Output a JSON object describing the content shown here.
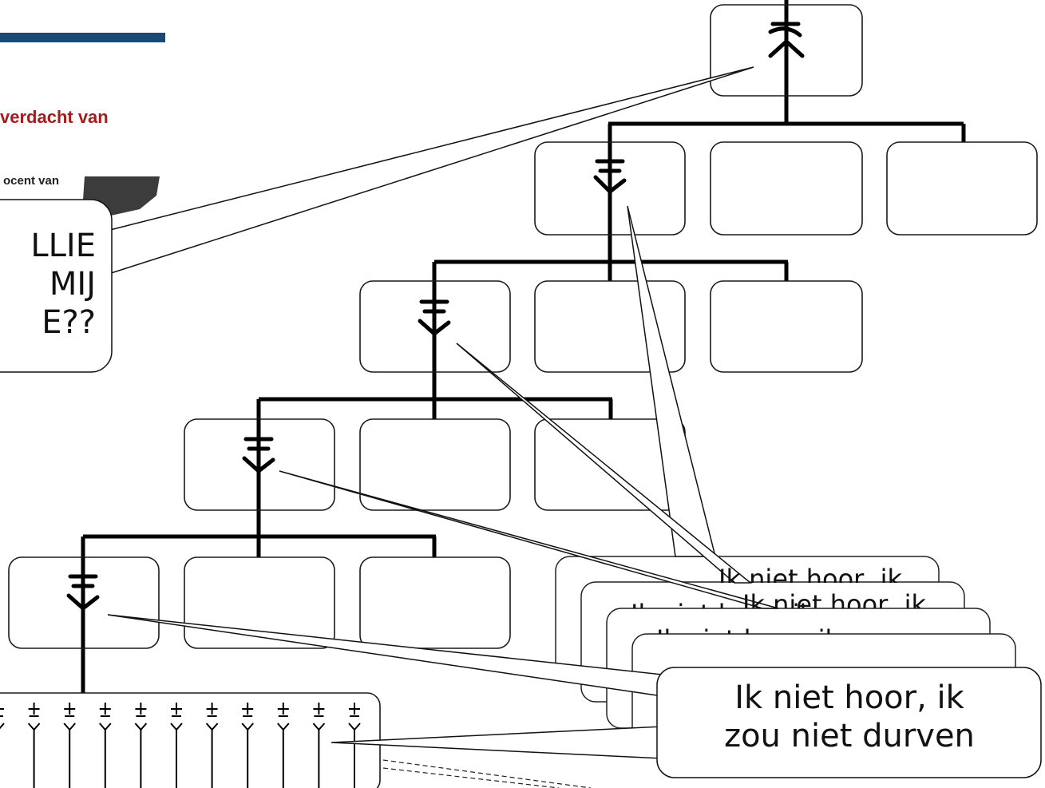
{
  "background_article": {
    "headline": "verdacht van",
    "text": "ocent van"
  },
  "speech": {
    "boss_question_lines": [
      "LLIE",
      "MIJ",
      "E??"
    ],
    "worker_answer_lines": [
      "Ik niet hoor, ik",
      "zou niet durven"
    ],
    "stacked_answer_fragments": [
      "Ik niet hoor, ik",
      "Ik niet hoor, ik",
      "Ik niet hoor, ik",
      "Ik niet hoor, ik"
    ]
  },
  "hierarchy": {
    "levels": 6,
    "boxes_per_level": 3,
    "bottom_row_people": 11,
    "colors": {
      "line": "#000000",
      "box_border": "#1a1a1a",
      "background": "#ffffff"
    }
  }
}
